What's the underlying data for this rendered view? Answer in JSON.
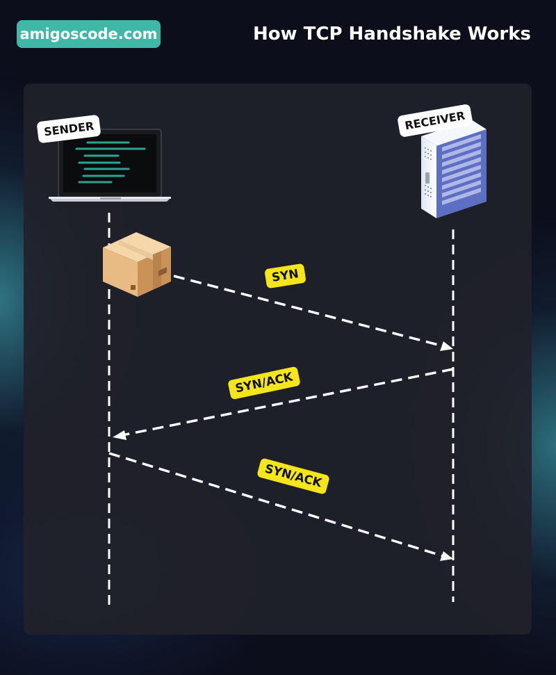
{
  "header": {
    "brand": "amigoscode.com",
    "title": "How TCP Handshake Works"
  },
  "actors": {
    "sender": "SENDER",
    "receiver": "RECEIVER"
  },
  "messages": [
    {
      "label": "SYN",
      "from": "sender",
      "to": "receiver"
    },
    {
      "label": "SYN/ACK",
      "from": "receiver",
      "to": "sender"
    },
    {
      "label": "SYN/ACK",
      "from": "sender",
      "to": "receiver"
    }
  ],
  "colors": {
    "brand": "#3fb8a8",
    "label_bg": "#f5e61c",
    "arrow": "#ffffff",
    "panel": "#20212a",
    "background": "#0c0e1c"
  },
  "icons": [
    "laptop-icon",
    "server-icon",
    "package-icon"
  ]
}
